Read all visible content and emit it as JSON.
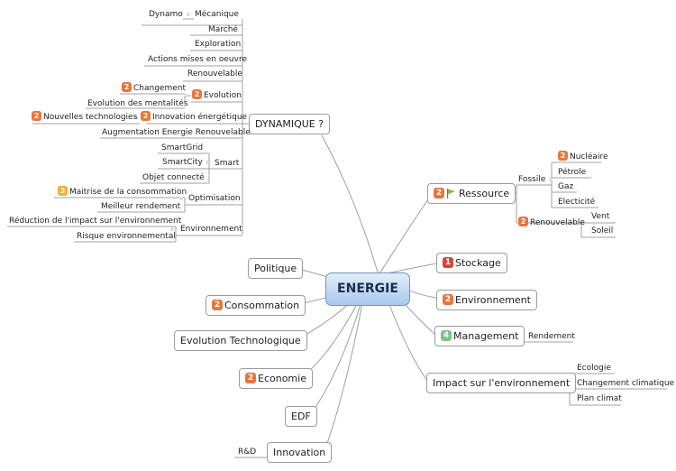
{
  "central": {
    "label": "ENERGIE"
  },
  "dynamique": {
    "label": "DYNAMIQUE ?",
    "mecanique": "Mécanique",
    "dynamo": "Dynamo",
    "marche": "Marché",
    "exploration": "Exploration",
    "actions": "Actions mises en oeuvre",
    "renouvelable": "Renouvelable",
    "evolution": {
      "label": "Evolution",
      "priority": "2",
      "changement": "Changement",
      "changement_priority": "2",
      "mentalites": "Evolution des mentalités"
    },
    "innovation": {
      "label": "Innovation énergétique",
      "priority": "2",
      "nouvelles": "Nouvelles technologies",
      "nouvelles_priority": "2"
    },
    "augmentation": "Augmentation Energie Renouvelable",
    "smart": {
      "label": "Smart",
      "items": [
        "SmartGrid",
        "SmartCity",
        "Objet connecté"
      ]
    },
    "optimisation": {
      "label": "Optimisation",
      "maitrise": "Maitrise de la consommation",
      "maitrise_priority": "3",
      "rendement": "Meilleur rendement"
    },
    "environnement": {
      "label": "Environnement",
      "reduction": "Réduction de l'impact sur l'environnement",
      "risque": "Risque environnemental"
    }
  },
  "ressource": {
    "label": "Ressource",
    "priority": "2",
    "fossile": {
      "label": "Fossile",
      "nucleaire": "Nucléaire",
      "nucleaire_priority": "2",
      "petrole": "Pétrole",
      "gaz": "Gaz",
      "electicite": "Electicité"
    },
    "renouvelable": {
      "label": "Renouvelable",
      "priority": "2",
      "vent": "Vent",
      "soleil": "Soleil"
    }
  },
  "stockage": {
    "label": "Stockage",
    "priority": "1"
  },
  "environnement_right": {
    "label": "Environnement",
    "priority": "2"
  },
  "management": {
    "label": "Management",
    "priority": "4",
    "rendement": "Rendement"
  },
  "impact": {
    "label": "Impact sur l'environnement",
    "items": [
      "Ecologie",
      "Changement climatique",
      "Plan climat"
    ]
  },
  "politique": {
    "label": "Politique"
  },
  "consommation": {
    "label": "Consommation",
    "priority": "2"
  },
  "evolution_techno": {
    "label": "Evolution Technologique"
  },
  "economie": {
    "label": "Economie",
    "priority": "2"
  },
  "edf": {
    "label": "EDF"
  },
  "innovation_left": {
    "label": "Innovation",
    "rd": "R&D"
  },
  "colors": {
    "priority_1": "#d9453a",
    "priority_2": "#e8763a",
    "priority_3": "#f0b233",
    "priority_4": "#7dc28d",
    "flag": "#7cc04a",
    "central_fill": "#aac7ee",
    "connector": "#9a9a9a"
  }
}
